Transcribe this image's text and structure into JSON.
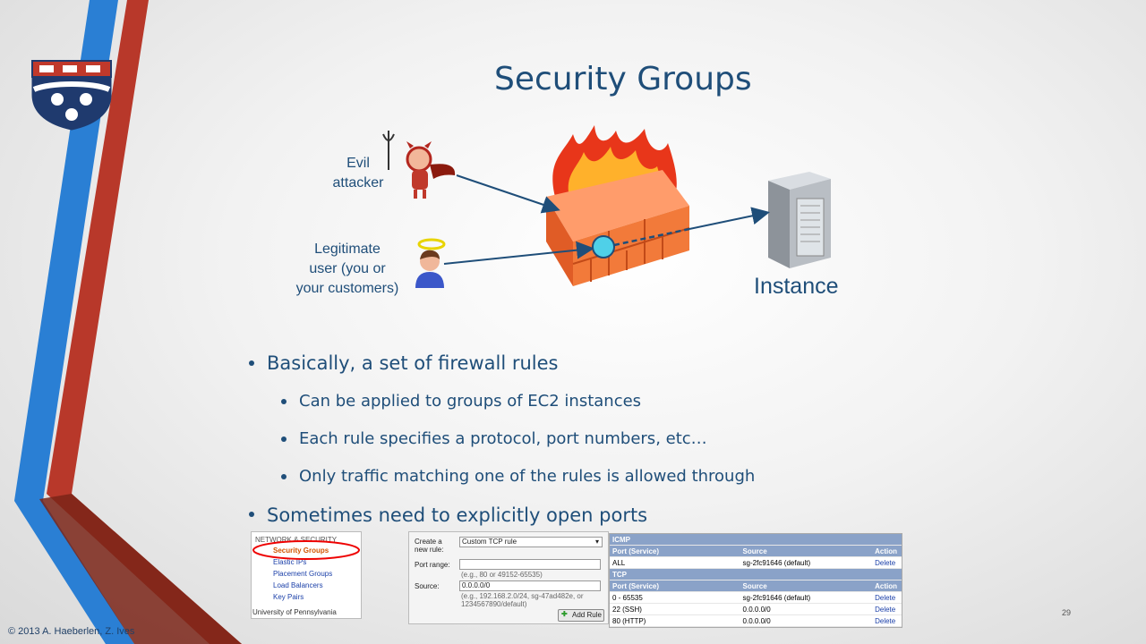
{
  "slide": {
    "title": "Security Groups",
    "footer": "© 2013 A. Haeberlen, Z. Ives",
    "university": "University of Pennsylvania",
    "page_number": "29"
  },
  "diagram": {
    "attacker_label_1": "Evil",
    "attacker_label_2": "attacker",
    "user_label_1": "Legitimate",
    "user_label_2": "user (you or",
    "user_label_3": "your customers)",
    "instance_label": "Instance"
  },
  "bullets": {
    "main_1": "Basically, a set of firewall rules",
    "sub_1": "Can be applied to groups of EC2 instances",
    "sub_2": "Each rule specifies a protocol, port numbers, etc…",
    "sub_3": "Only traffic matching one of the rules is allowed through",
    "main_2": "Sometimes need to explicitly open ports"
  },
  "nav_panel": {
    "header": "NETWORK & SECURITY",
    "items": [
      "Security Groups",
      "Elastic IPs",
      "Placement Groups",
      "Load Balancers",
      "Key Pairs"
    ]
  },
  "rule_form": {
    "create_label_1": "Create a",
    "create_label_2": "new rule:",
    "rule_select": "Custom TCP rule",
    "port_label": "Port range:",
    "port_hint": "(e.g., 80 or 49152-65535)",
    "source_label": "Source:",
    "source_value": "0.0.0.0/0",
    "source_hint_1": "(e.g., 192.168.2.0/24, sg-47ad482e, or",
    "source_hint_2": "1234567890/default)",
    "add_button": "Add Rule"
  },
  "rules_table": {
    "icmp_title": "ICMP",
    "tcp_title": "TCP",
    "col_port": "Port (Service)",
    "col_source": "Source",
    "col_action": "Action",
    "icmp_rows": [
      {
        "port": "ALL",
        "source": "sg-2fc91646 (default)",
        "action": "Delete"
      }
    ],
    "tcp_rows": [
      {
        "port": "0 - 65535",
        "source": "sg-2fc91646 (default)",
        "action": "Delete"
      },
      {
        "port": "22 (SSH)",
        "source": "0.0.0.0/0",
        "action": "Delete"
      },
      {
        "port": "80 (HTTP)",
        "source": "0.0.0.0/0",
        "action": "Delete"
      }
    ]
  },
  "colors": {
    "title": "#1f4e79",
    "stripe_blue": "#2a7fd4",
    "stripe_red": "#b8382a",
    "stripe_dark": "#7a2418"
  }
}
